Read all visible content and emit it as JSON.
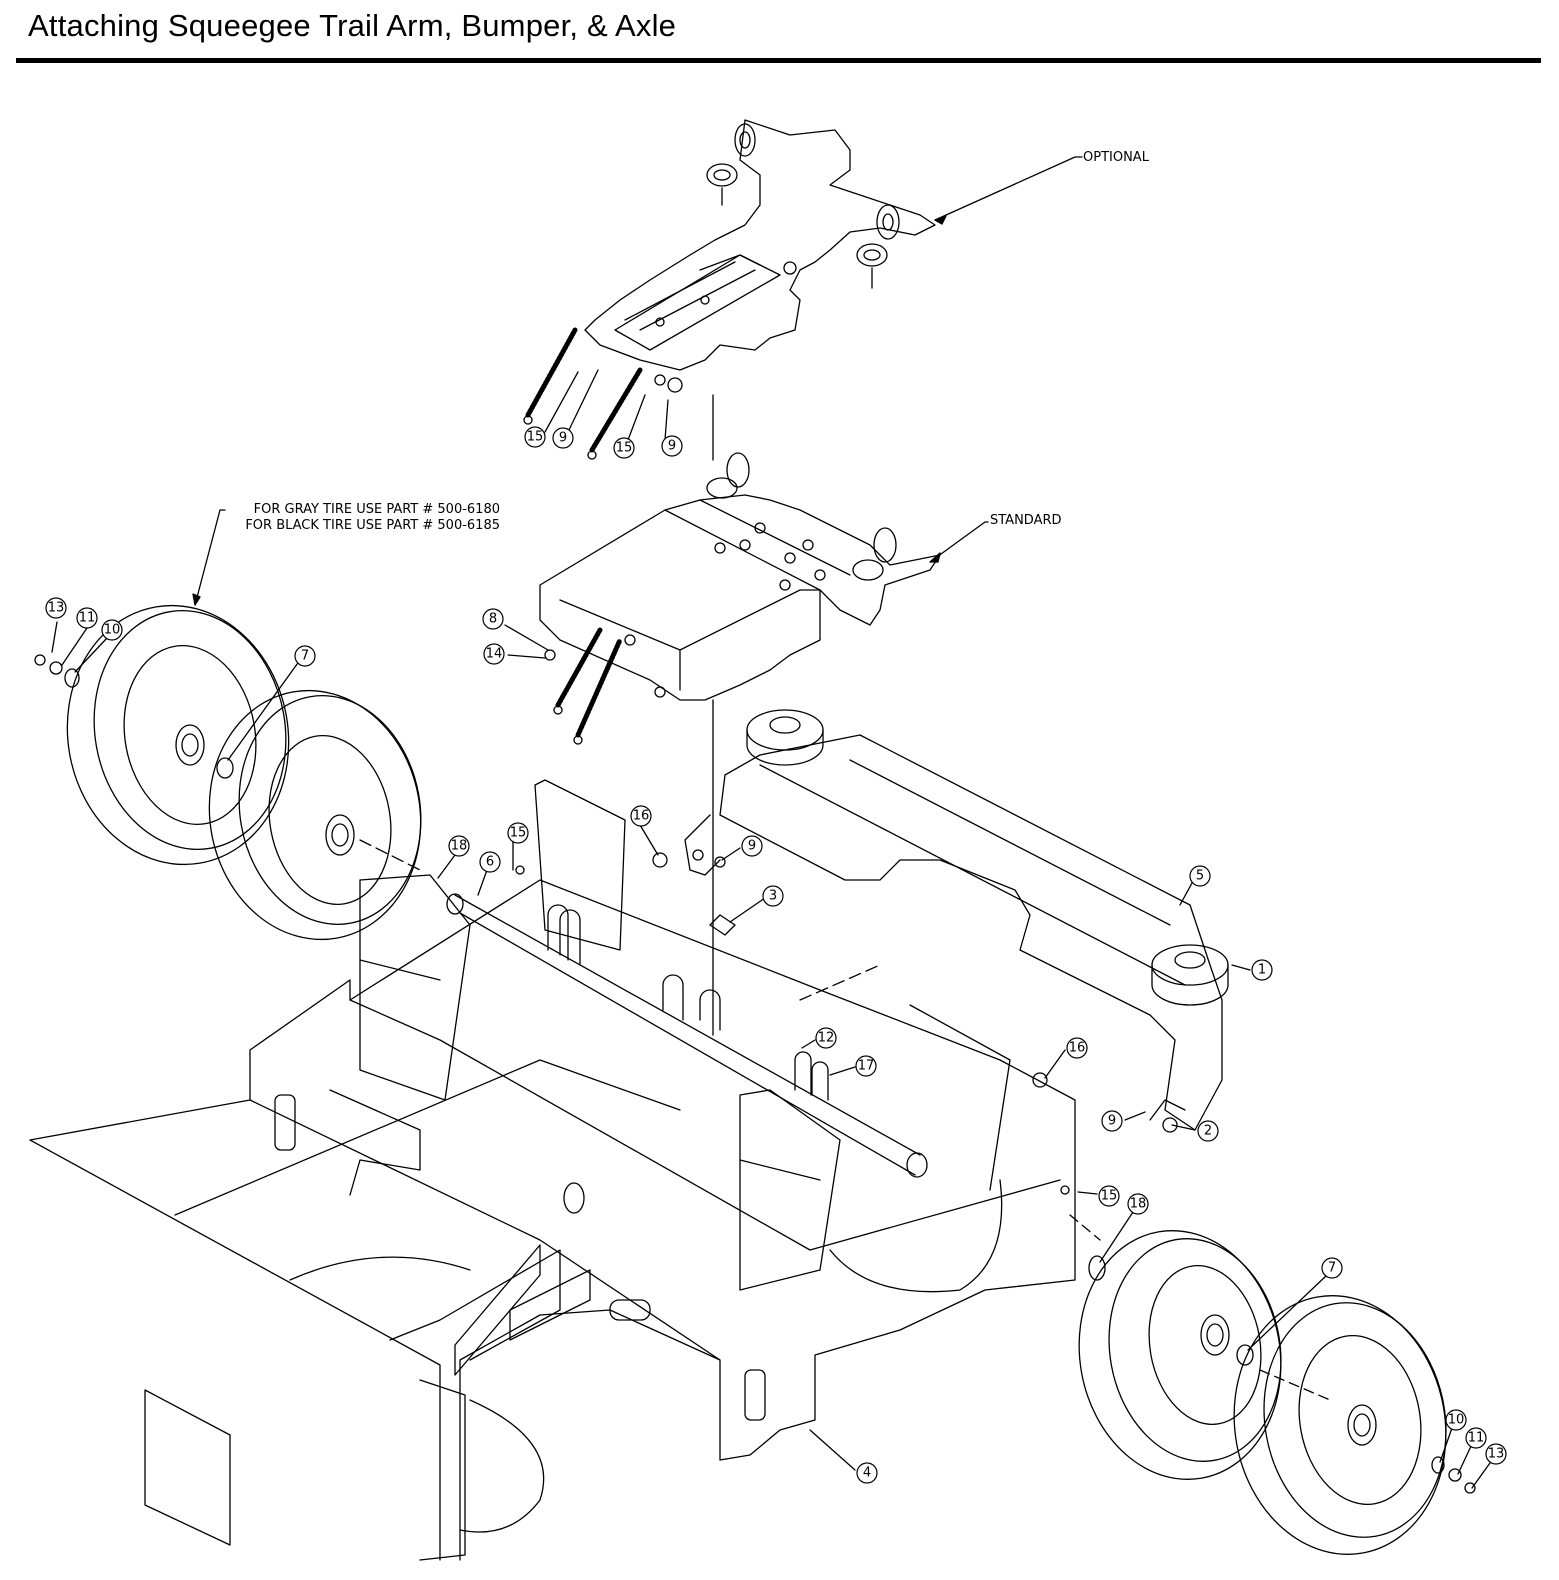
{
  "header": {
    "title": "Attaching Squeegee Trail Arm, Bumper, & Axle"
  },
  "annotations": {
    "optional": "OPTIONAL",
    "standard": "STANDARD",
    "tire_note_line1": "FOR GRAY TIRE USE PART # 500-6180",
    "tire_note_line2": "FOR BLACK TIRE USE PART # 500-6185"
  },
  "callouts": [
    {
      "id": "15a",
      "label": "15"
    },
    {
      "id": "9a",
      "label": "9"
    },
    {
      "id": "15b",
      "label": "15"
    },
    {
      "id": "9b",
      "label": "9"
    },
    {
      "id": "13a",
      "label": "13"
    },
    {
      "id": "11a",
      "label": "11"
    },
    {
      "id": "10a",
      "label": "10"
    },
    {
      "id": "7a",
      "label": "7"
    },
    {
      "id": "8",
      "label": "8"
    },
    {
      "id": "14",
      "label": "14"
    },
    {
      "id": "16a",
      "label": "16"
    },
    {
      "id": "15c",
      "label": "15"
    },
    {
      "id": "18a",
      "label": "18"
    },
    {
      "id": "6",
      "label": "6"
    },
    {
      "id": "9c",
      "label": "9"
    },
    {
      "id": "3",
      "label": "3"
    },
    {
      "id": "5",
      "label": "5"
    },
    {
      "id": "1",
      "label": "1"
    },
    {
      "id": "12",
      "label": "12"
    },
    {
      "id": "17",
      "label": "17"
    },
    {
      "id": "16b",
      "label": "16"
    },
    {
      "id": "9d",
      "label": "9"
    },
    {
      "id": "2",
      "label": "2"
    },
    {
      "id": "15d",
      "label": "15"
    },
    {
      "id": "18b",
      "label": "18"
    },
    {
      "id": "7b",
      "label": "7"
    },
    {
      "id": "4",
      "label": "4"
    },
    {
      "id": "10b",
      "label": "10"
    },
    {
      "id": "11b",
      "label": "11"
    },
    {
      "id": "13b",
      "label": "13"
    }
  ]
}
